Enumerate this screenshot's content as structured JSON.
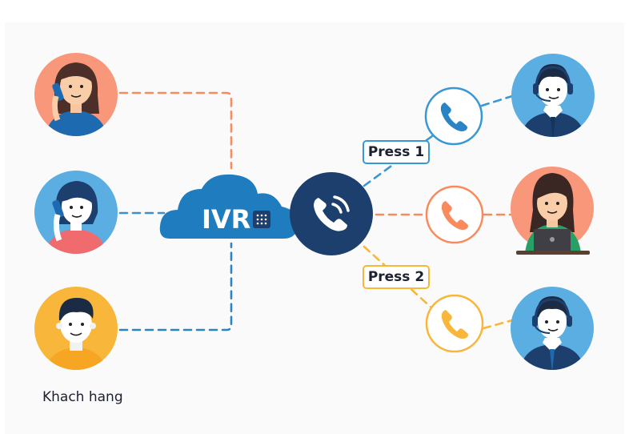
{
  "title": "IVR call routing diagram",
  "colors": {
    "panel_bg": "#fafafa",
    "orange": "#f88a5e",
    "blue": "#2a83c4",
    "light_blue": "#5aaee2",
    "yellow": "#f8b63a",
    "navy": "#1c3f6e",
    "cloud": "#1f7cbf"
  },
  "center": {
    "cloud_label": "IVR",
    "cloud_icon": "keypad-icon",
    "hub_icon": "phone-ringing-icon"
  },
  "customers": [
    {
      "name": "customer-woman-phone-orange",
      "bg": "#f9977a",
      "line_color": "#f88a5e"
    },
    {
      "name": "customer-woman-phone-blue",
      "bg": "#5aaee2",
      "line_color": "#3a90d0"
    },
    {
      "name": "customer-man-yellow",
      "bg": "#f8b63a",
      "line_color": "#2a83c4"
    }
  ],
  "customers_caption": "Khach hang",
  "routes": [
    {
      "label": "Press 1",
      "color": "#3a97d6",
      "phone_icon": "phone-icon",
      "agent": "agent-man-headset-top"
    },
    {
      "label": "",
      "color": "#f88a5e",
      "phone_icon": "phone-icon",
      "agent": "agent-woman-laptop"
    },
    {
      "label": "Press 2",
      "color": "#f8b63a",
      "phone_icon": "phone-icon",
      "agent": "agent-man-headset-bottom"
    }
  ]
}
